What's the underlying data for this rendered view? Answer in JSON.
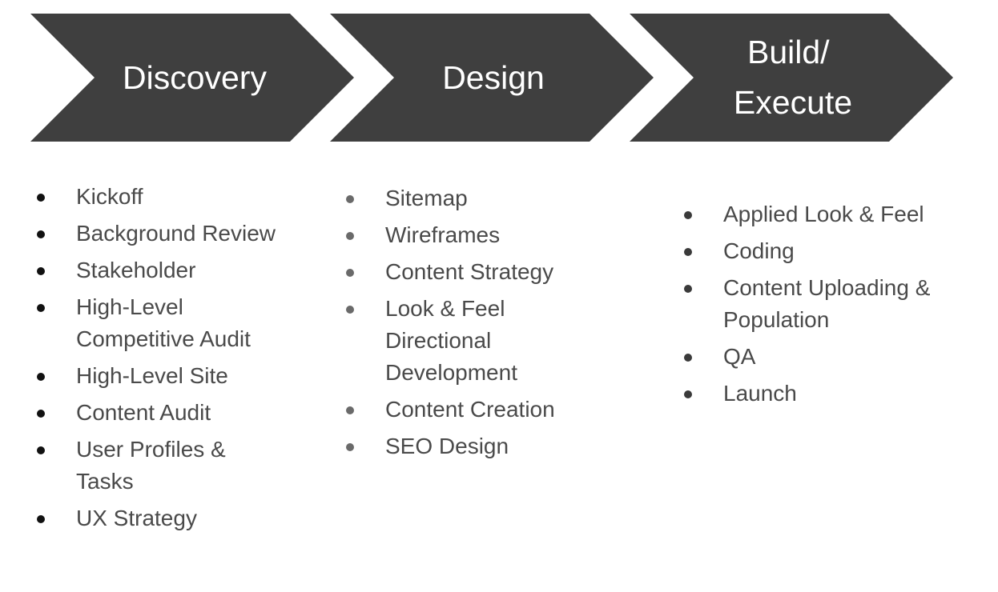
{
  "stages": [
    {
      "title_lines": [
        "Discovery"
      ],
      "items": [
        [
          "Kickoff"
        ],
        [
          "Background Review"
        ],
        [
          "Stakeholder"
        ],
        [
          "High-Level",
          "Competitive Audit"
        ],
        [
          "High-Level Site"
        ],
        [
          "Content Audit"
        ],
        [
          "User Profiles &",
          "Tasks"
        ],
        [
          "UX Strategy"
        ]
      ]
    },
    {
      "title_lines": [
        "Design"
      ],
      "items": [
        [
          "Sitemap"
        ],
        [
          "Wireframes"
        ],
        [
          "Content Strategy"
        ],
        [
          "Look & Feel",
          "Directional",
          "Development"
        ],
        [
          "Content Creation"
        ],
        [
          "SEO Design"
        ]
      ]
    },
    {
      "title_lines": [
        "Build/",
        "Execute"
      ],
      "items": [
        [
          "Applied Look & Feel"
        ],
        [
          "Coding"
        ],
        [
          "Content Uploading &",
          "Population"
        ],
        [
          "QA"
        ],
        [
          "Launch"
        ]
      ]
    }
  ],
  "colors": {
    "chevron": "#3f3f3f",
    "chevron_text": "#ffffff",
    "list_text": "#4a4a4a"
  }
}
